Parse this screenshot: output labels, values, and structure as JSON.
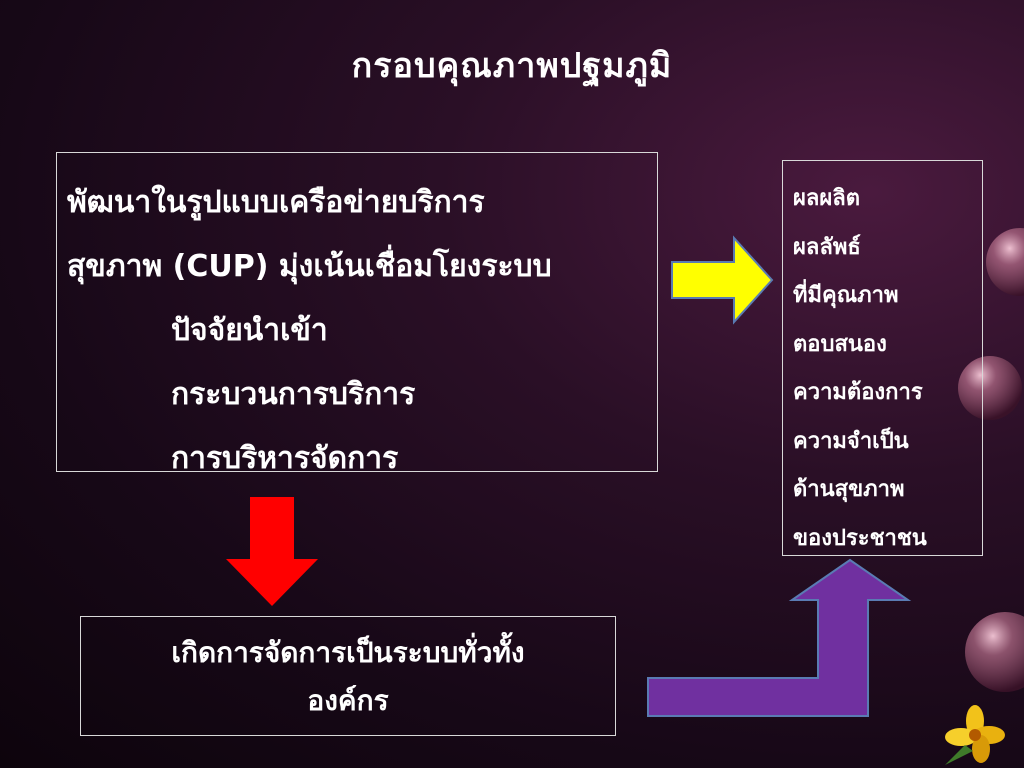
{
  "title": "กรอบคุณภาพปฐมภูมิ",
  "left_box": {
    "line1": "พัฒนาในรูปแบบเครือข่ายบริการ",
    "line2": "สุขภาพ (CUP) มุ่งเน้นเชื่อมโยงระบบ",
    "items": [
      "ปัจจัยนำเข้า",
      "กระบวนการบริการ",
      "การบริหารจัดการ"
    ]
  },
  "right_box": {
    "lines": [
      "ผลผลิต",
      "ผลลัพธ์",
      "ที่มีคุณภาพ",
      "ตอบสนอง",
      "ความต้องการ",
      "ความจำเป็น",
      "ด้านสุขภาพ",
      "ของประชาชน"
    ]
  },
  "bottom_box": {
    "line1": "เกิดการจัดการเป็นระบบทั่วทั้ง",
    "line2": "องค์กร"
  },
  "colors": {
    "yellow_arrow": "#ffff00",
    "red_arrow": "#ff0000",
    "purple_arrow": "#7030a0",
    "arrow_outline": "#5a7bb3"
  },
  "icons": [
    "bubble-icon",
    "flower-icon"
  ]
}
